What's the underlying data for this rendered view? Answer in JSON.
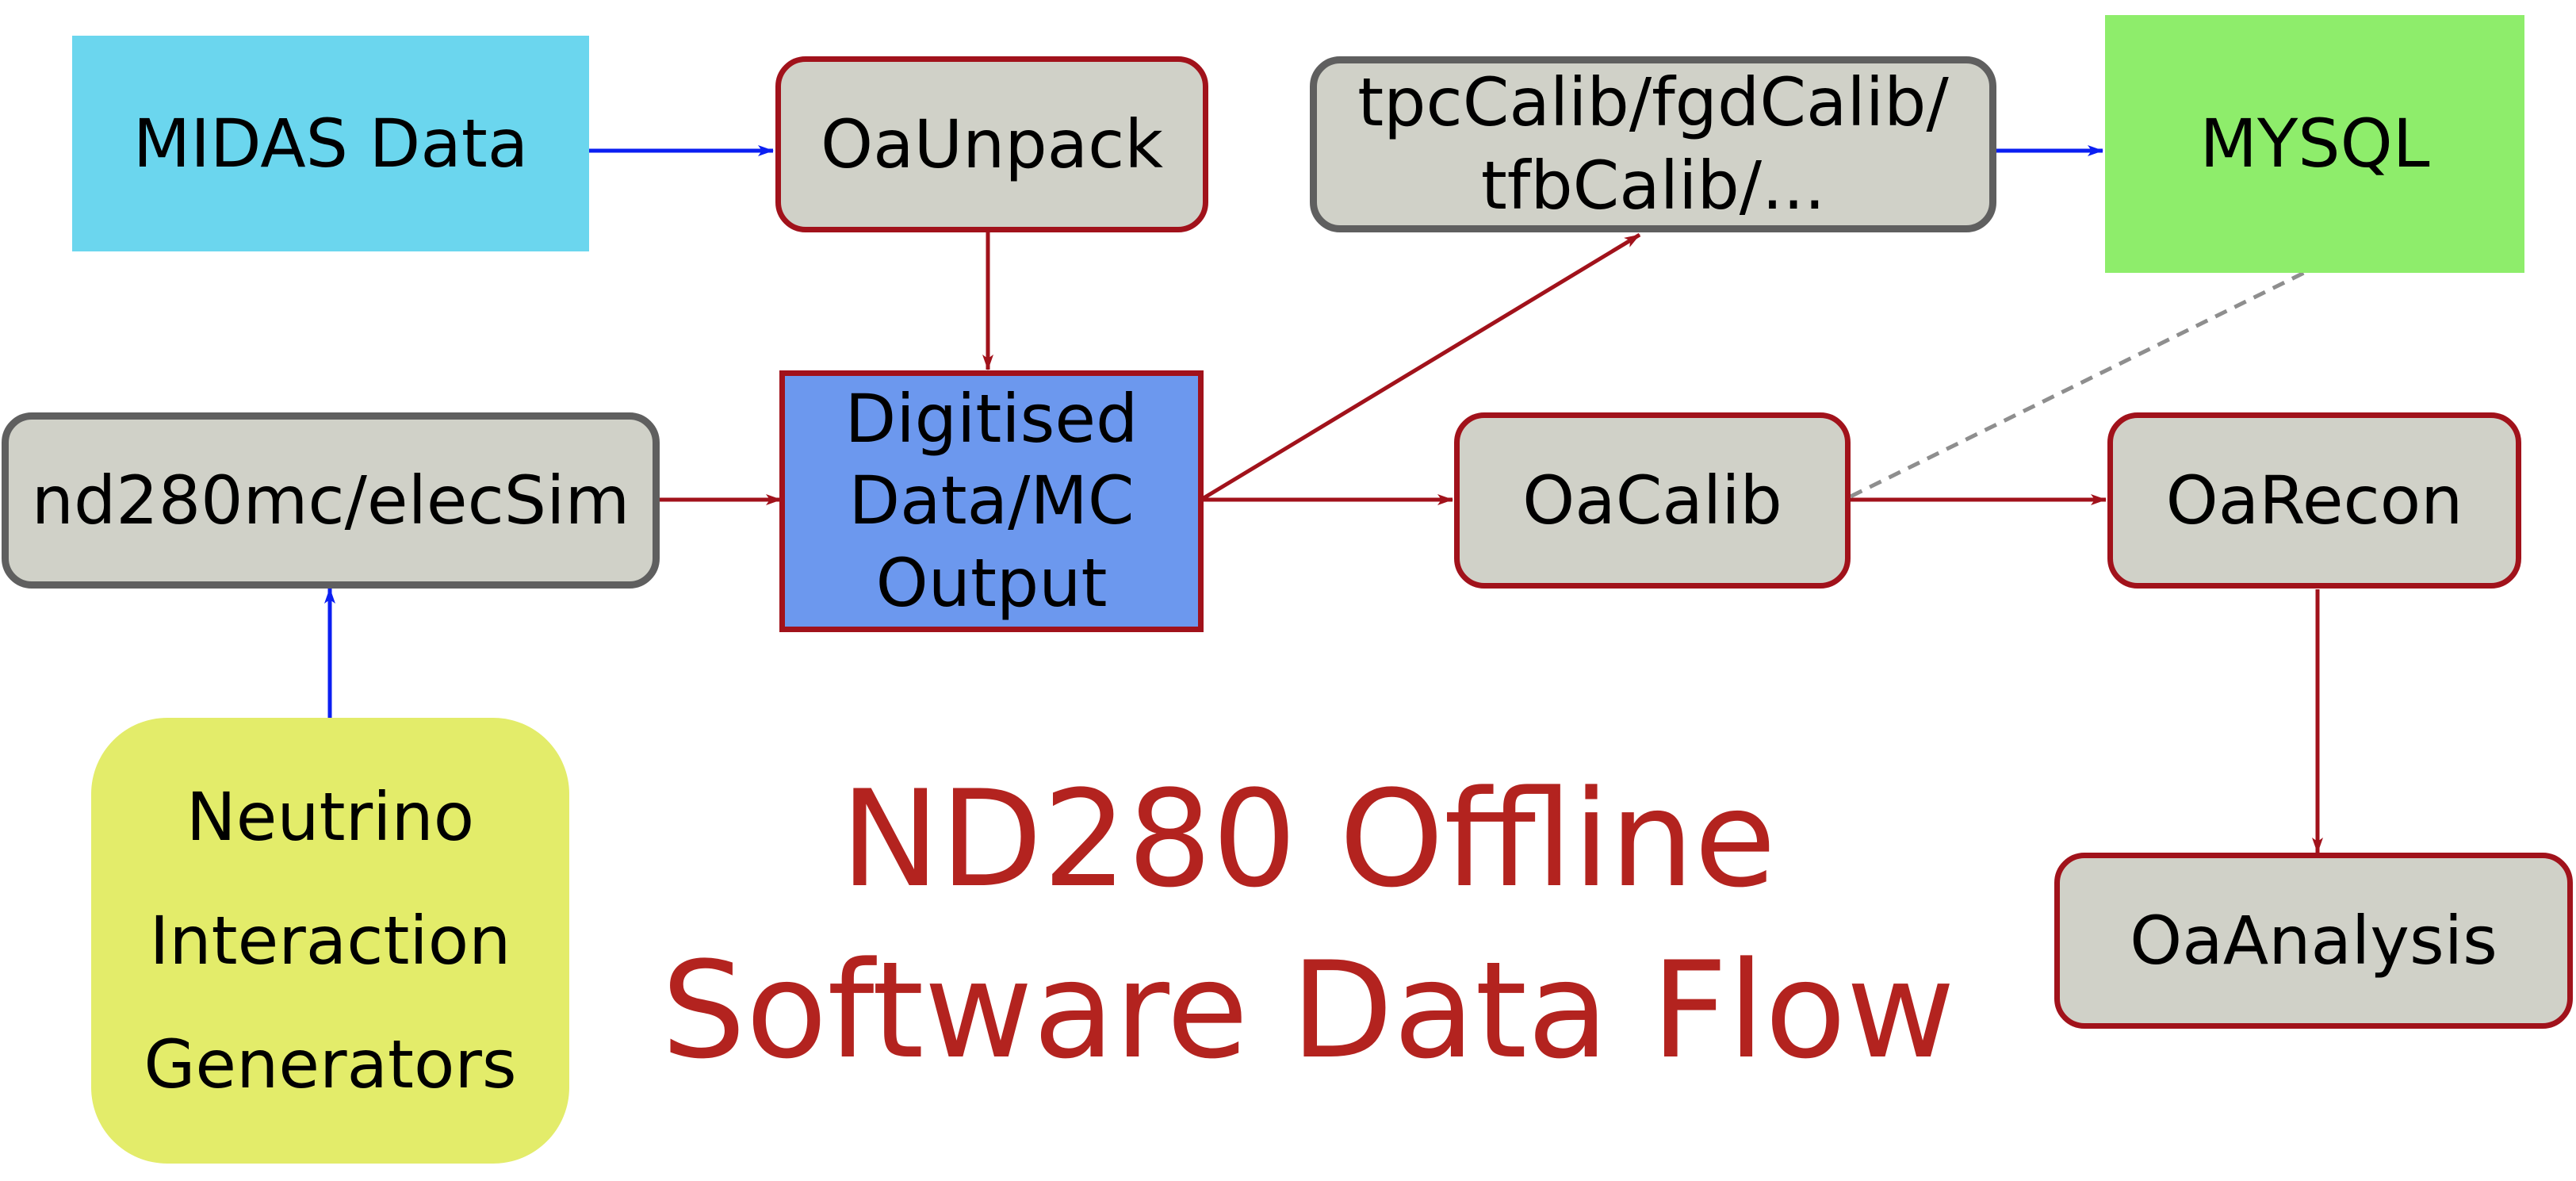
{
  "diagram": {
    "title_line1": "ND280 Offline",
    "title_line2": "Software Data Flow",
    "nodes": {
      "midas": {
        "label": "MIDAS Data"
      },
      "oaunpack": {
        "label": "OaUnpack"
      },
      "calib_tools": {
        "line1": "tpcCalib/fgdCalib/",
        "line2": "tfbCalib/..."
      },
      "mysql": {
        "label": "MYSQL"
      },
      "nd280mc": {
        "label": "nd280mc/elecSim"
      },
      "digitised": {
        "line1": "Digitised",
        "line2": "Data/MC",
        "line3": "Output"
      },
      "oacalib": {
        "label": "OaCalib"
      },
      "oarecon": {
        "label": "OaRecon"
      },
      "generators": {
        "line1": "Neutrino",
        "line2": "Interaction",
        "line3": "Generators"
      },
      "oaanalysis": {
        "label": "OaAnalysis"
      }
    }
  },
  "colors": {
    "red_arrow": "#a1121b",
    "blue_arrow": "#0b1ff2",
    "dashed_link": "#8e8e8e",
    "title": "#b3231f"
  }
}
